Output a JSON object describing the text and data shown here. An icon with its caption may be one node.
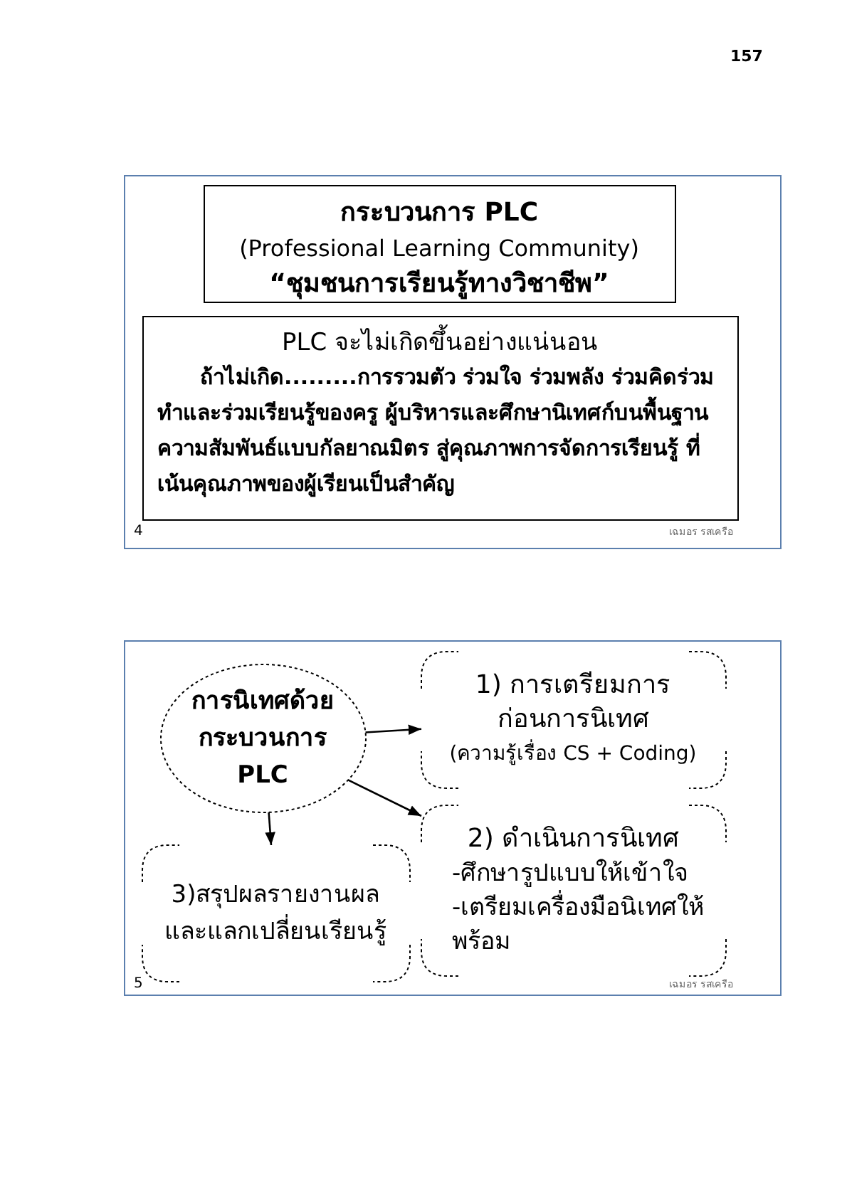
{
  "diagram": {
    "nodes": [
      {
        "text": [],
        "shape": "box"
      },
      {
        "text": [
          "กระบวนการ PLC",
          "(Professional Learning Community)",
          "“ชุมชนการเรียนรู้ทางวิชาชีพ”"
        ],
        "in": 0
      },
      {
        "text": [
          "PLC จะไม่เกิดขึ้นอย่างแน่นอน",
          "ถ้าไม่เกิด.........การรวมตัว ร่วมใจ ร่วมพลัง ร่วมคิดร่วมทำและร่วมเรียนรู้ของครู ผู้บริหารและศึกษานิเทศก์บนพื้นฐานความสัมพันธ์แบบกัลยาณมิตร สู่คุณภาพการจัดการเรียนรู้ ที่เน้นคุณภาพของผู้เรียนเป็นสำคัญ"
        ],
        "in": 0
      },
      {
        "text": [],
        "shape": "box"
      },
      {
        "text": [
          "การนิเทศด้วยกระบวนการ PLC"
        ],
        "in": 3
      },
      {
        "text": [
          "1) การเตรียมการก่อนการนิเทศ",
          "(ความรู้เรื่อง CS + Coding)"
        ],
        "in": 3
      },
      {
        "text": [
          "2) ดำเนินการนิเทศ",
          "-ศึกษารูปแบบให้เข้าใจ",
          "-เตรียมเครื่องมือนิเทศให้พร้อม"
        ],
        "in": 3
      },
      {
        "text": [
          "3)สรุปผลรายงานผลและแลกเปลี่ยนเรียนรู้"
        ],
        "in": 3
      }
    ],
    "edges": [
      {
        "from": 4,
        "to": 5,
        "arrow": "to"
      },
      {
        "from": 4,
        "to": 6,
        "arrow": "to"
      },
      {
        "from": 4,
        "to": 7,
        "arrow": "to"
      }
    ],
    "labels": [
      "157",
      "4",
      "เฉมอร รสเครือ",
      "5",
      "เฉมอร รสเครือ"
    ]
  }
}
